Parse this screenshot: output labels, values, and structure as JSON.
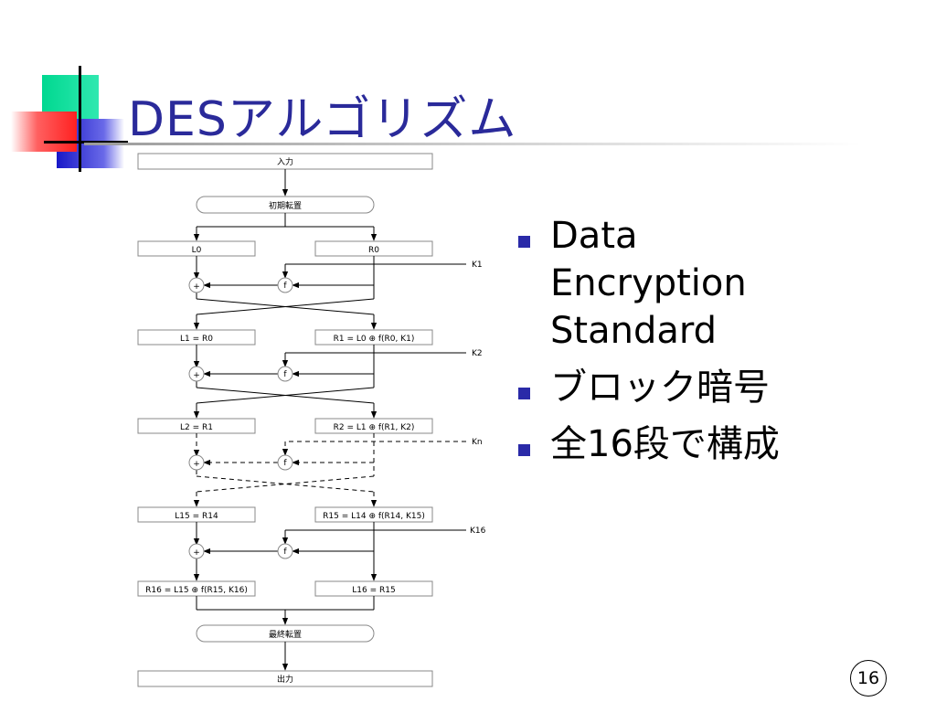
{
  "slide": {
    "title": "DESアルゴリズム",
    "bullets": [
      "Data Encryption Standard",
      "ブロック暗号",
      "全16段で構成"
    ],
    "page_number": "16"
  },
  "diagram": {
    "input": "入力",
    "initial_permutation": "初期転置",
    "round0": {
      "left": "L0",
      "right": "R0",
      "key": "K1"
    },
    "round1": {
      "left": "L1 = R0",
      "right": "R1 = L0 ⊕ f(R0, K1)",
      "key": "K2"
    },
    "round2": {
      "left": "L2 = R1",
      "right": "R2 = L1 ⊕ f(R1, K2)",
      "key": "Kn"
    },
    "round15": {
      "left": "L15 = R14",
      "right": "R15 = L14 ⊕ f(R14, K15)",
      "key": "K16"
    },
    "round16": {
      "left": "R16 = L15 ⊕ f(R15, K16)",
      "right": "L16 = R15"
    },
    "function_symbol": "f",
    "xor_symbol": "+",
    "final_permutation": "最終転置",
    "output": "出力"
  },
  "colors": {
    "title": "#2a2a9a",
    "bullet": "#2a2aa8",
    "deco_green": "#00d890",
    "deco_red": "#ff3030",
    "deco_blue": "#2020d0"
  }
}
